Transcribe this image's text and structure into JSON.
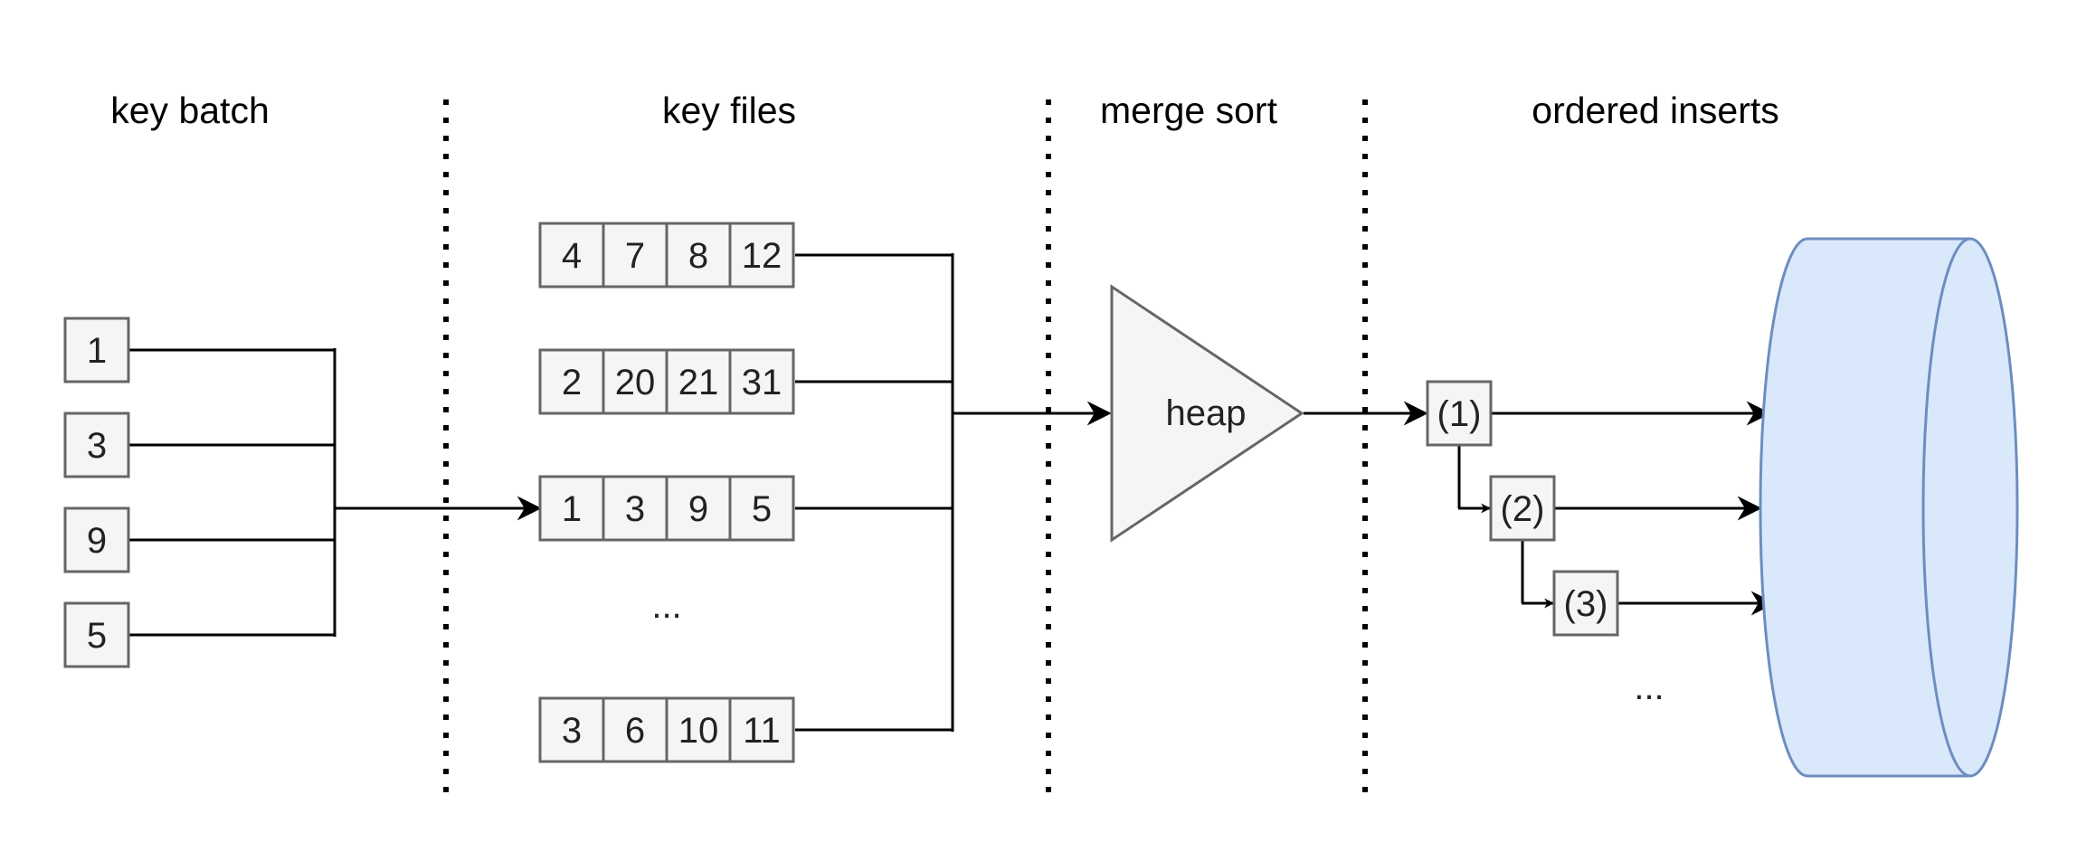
{
  "headers": {
    "key_batch": "key batch",
    "key_files": "key files",
    "merge_sort": "merge sort",
    "ordered_inserts": "ordered inserts"
  },
  "batch_keys": [
    "1",
    "3",
    "9",
    "5"
  ],
  "files": [
    [
      "4",
      "7",
      "8",
      "12"
    ],
    [
      "2",
      "20",
      "21",
      "31"
    ],
    [
      "1",
      "3",
      "9",
      "5"
    ],
    [
      "3",
      "6",
      "10",
      "11"
    ]
  ],
  "files_ellipsis": "...",
  "heap_label": "heap",
  "inserts": [
    "(1)",
    "(2)",
    "(3)"
  ],
  "inserts_ellipsis": "...",
  "colors": {
    "box_fill": "#f5f5f5",
    "box_stroke": "#666666",
    "db_fill": "#dae8fc",
    "db_stroke": "#6c8ebf"
  }
}
